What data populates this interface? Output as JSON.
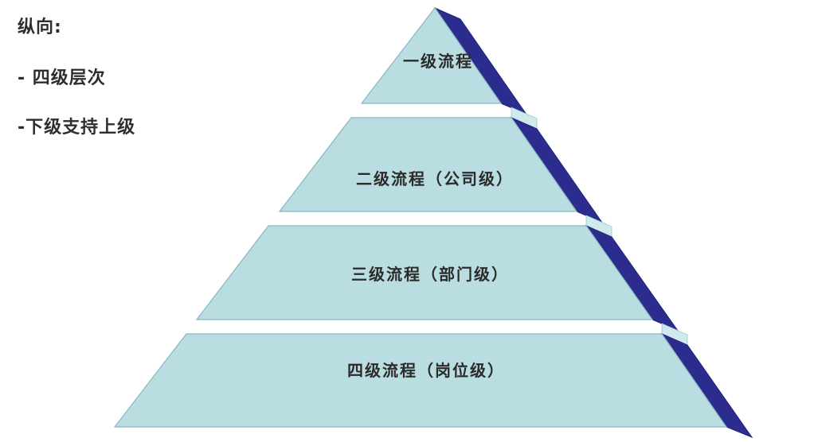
{
  "legend": {
    "title": "纵向:",
    "lines": [
      "- 四级层次",
      "-下级支持上级"
    ]
  },
  "pyramid": {
    "levels": [
      {
        "label": "一级流程"
      },
      {
        "label": "二级流程（公司级）"
      },
      {
        "label": "三级流程（部门级）"
      },
      {
        "label": "四级流程（岗位级）"
      }
    ],
    "colors": {
      "front": "#b9dde1",
      "side": "#2b2c8d",
      "bevel": "#cfe9ec",
      "label_text": "#2b2b2b"
    }
  }
}
